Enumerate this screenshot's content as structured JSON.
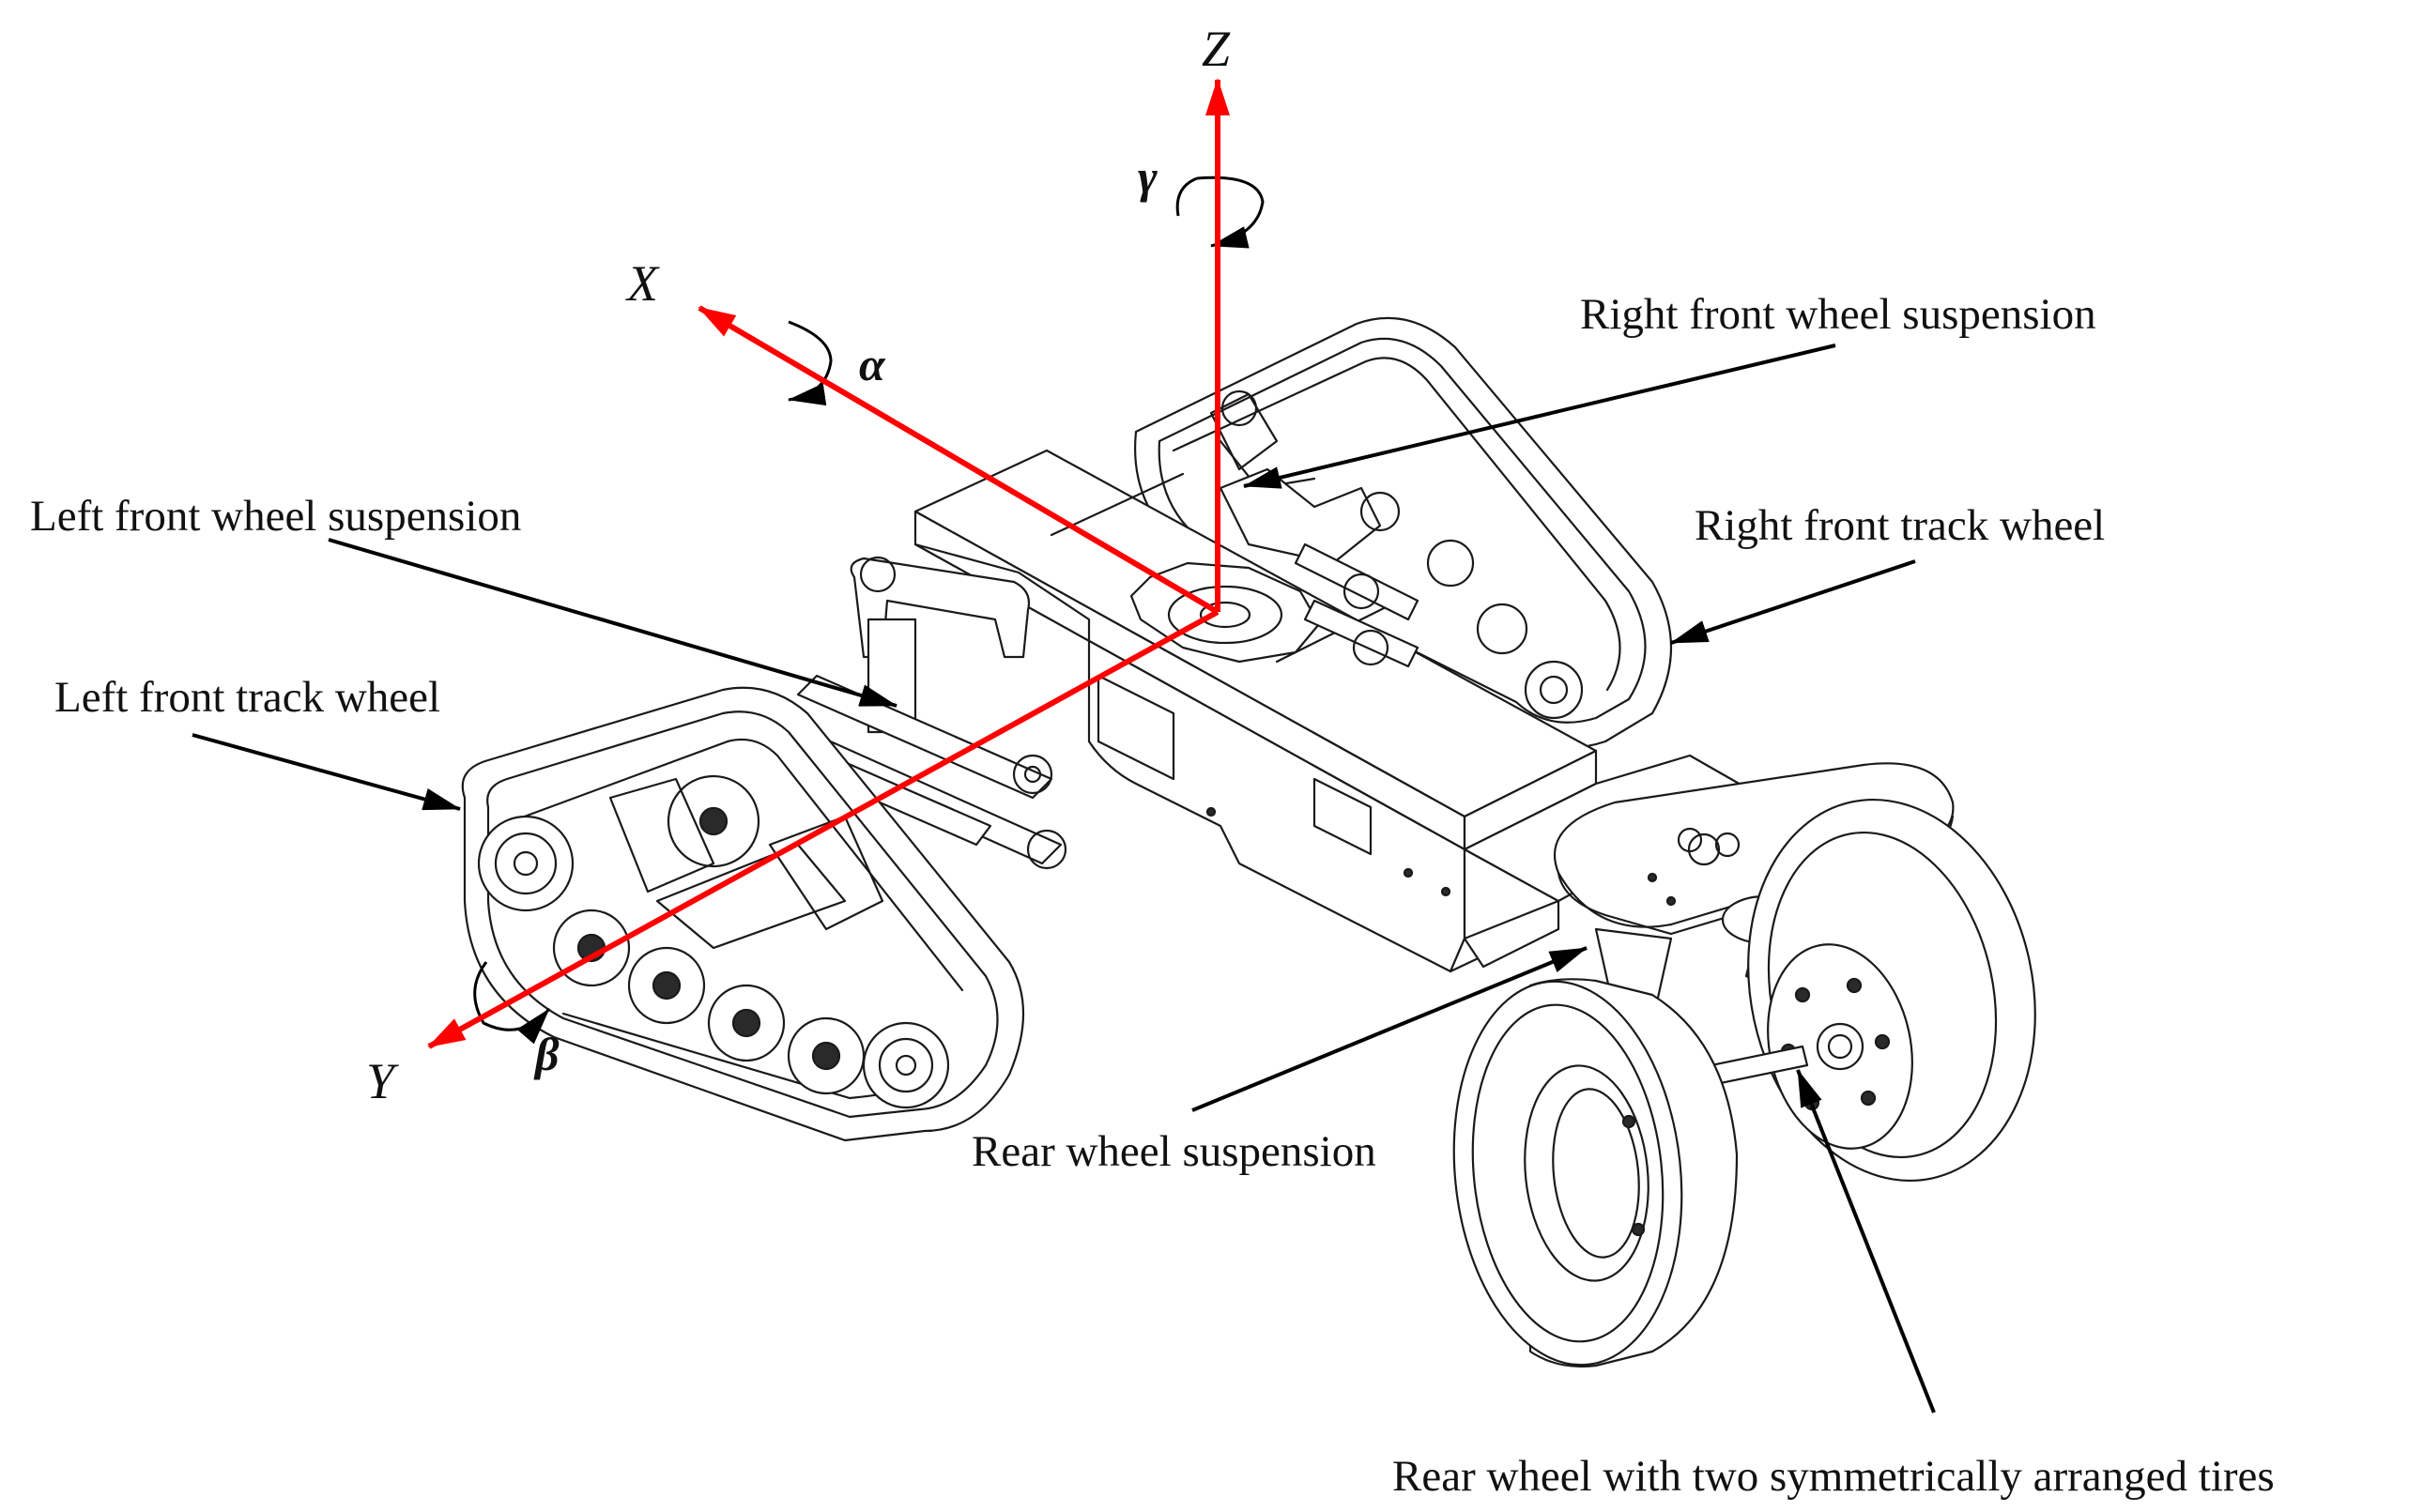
{
  "axes": {
    "x_label": "X",
    "y_label": "Y",
    "z_label": "Z",
    "alpha": "α",
    "beta": "β",
    "gamma": "γ",
    "color": "#ff0000"
  },
  "labels": {
    "right_front_suspension": "Right front wheel suspension",
    "left_front_suspension": "Left front wheel suspension",
    "right_front_track": "Right front track wheel",
    "left_front_track": "Left front track wheel",
    "rear_suspension": "Rear wheel suspension",
    "rear_wheel": "Rear wheel with two symmetrically arranged tires"
  }
}
